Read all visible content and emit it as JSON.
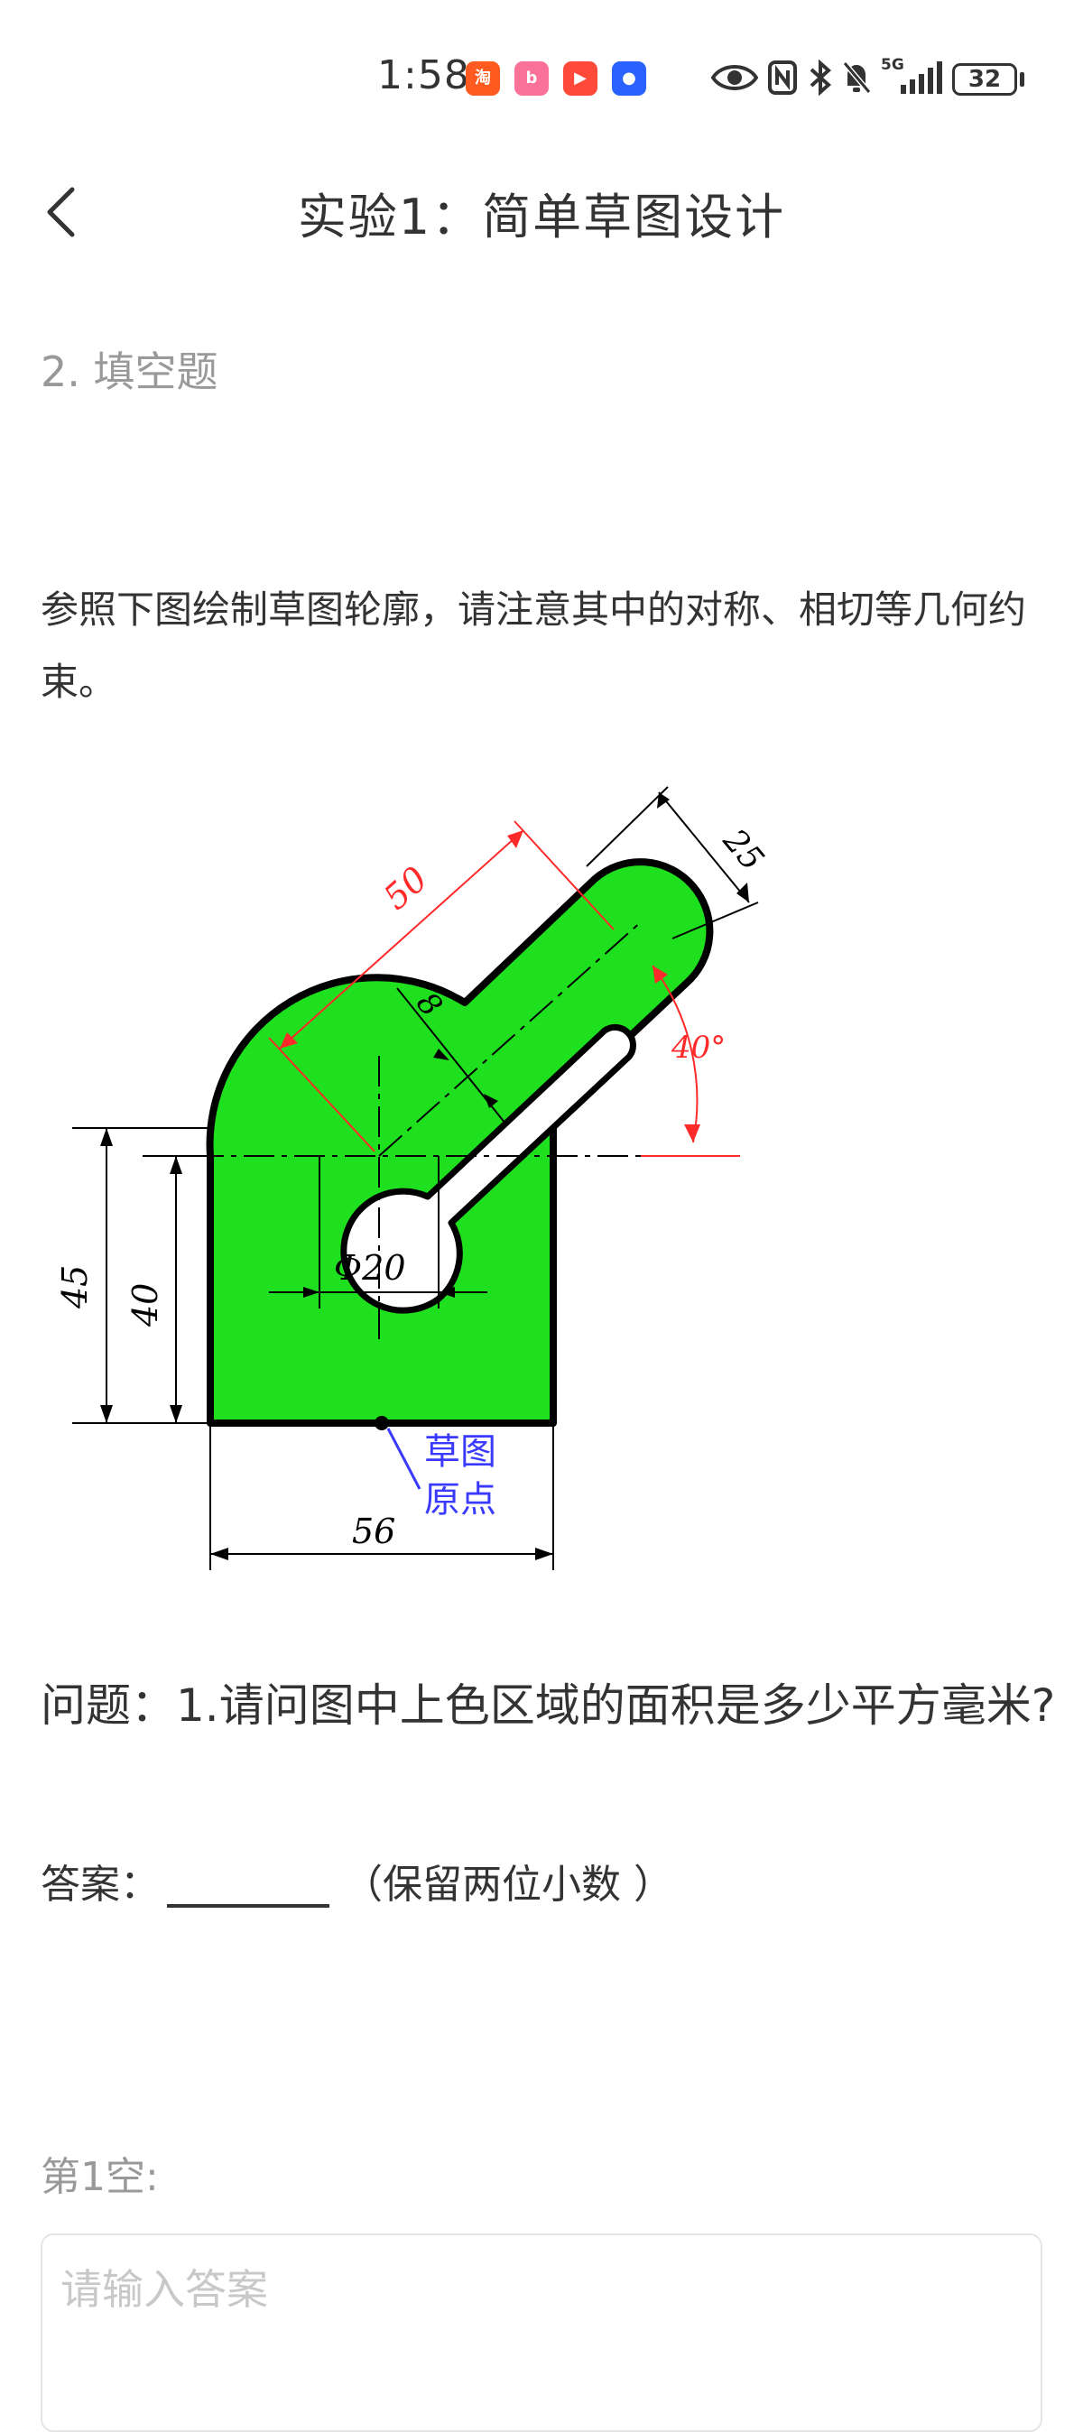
{
  "status_bar": {
    "time": "1:58",
    "battery_level": "32",
    "network": "5G",
    "app_icons": [
      "taobao-icon",
      "bilibili-icon",
      "kuaishou-icon",
      "app-store-icon"
    ],
    "system_icons": [
      "eye-icon",
      "nfc-icon",
      "bluetooth-icon",
      "mute-bell-icon",
      "signal-icon"
    ]
  },
  "header": {
    "title": "实验1：简单草图设计"
  },
  "question": {
    "number_label": "2. 填空题",
    "intro": "参照下图绘制草图轮廓，请注意其中的对称、相切等几何约束。",
    "figure": {
      "dim_50": "50",
      "dim_25": "25",
      "dim_8": "8",
      "dim_angle": "40°",
      "dim_45": "45",
      "dim_40": "40",
      "dim_diameter": "Φ20",
      "dim_56": "56",
      "origin_label_line1": "草图",
      "origin_label_line2": "原点",
      "fill_color": "#1ee01e",
      "dim_color_red": "#ff2a2a",
      "origin_label_color": "#3a3aff"
    },
    "prompt": "问题：1.请问图中上色区域的面积是多少平方毫米?",
    "answer_label": "答案：",
    "answer_note": "（保留两位小数 ）"
  },
  "input": {
    "blank_label": "第1空:",
    "placeholder": "请输入答案",
    "value": ""
  }
}
